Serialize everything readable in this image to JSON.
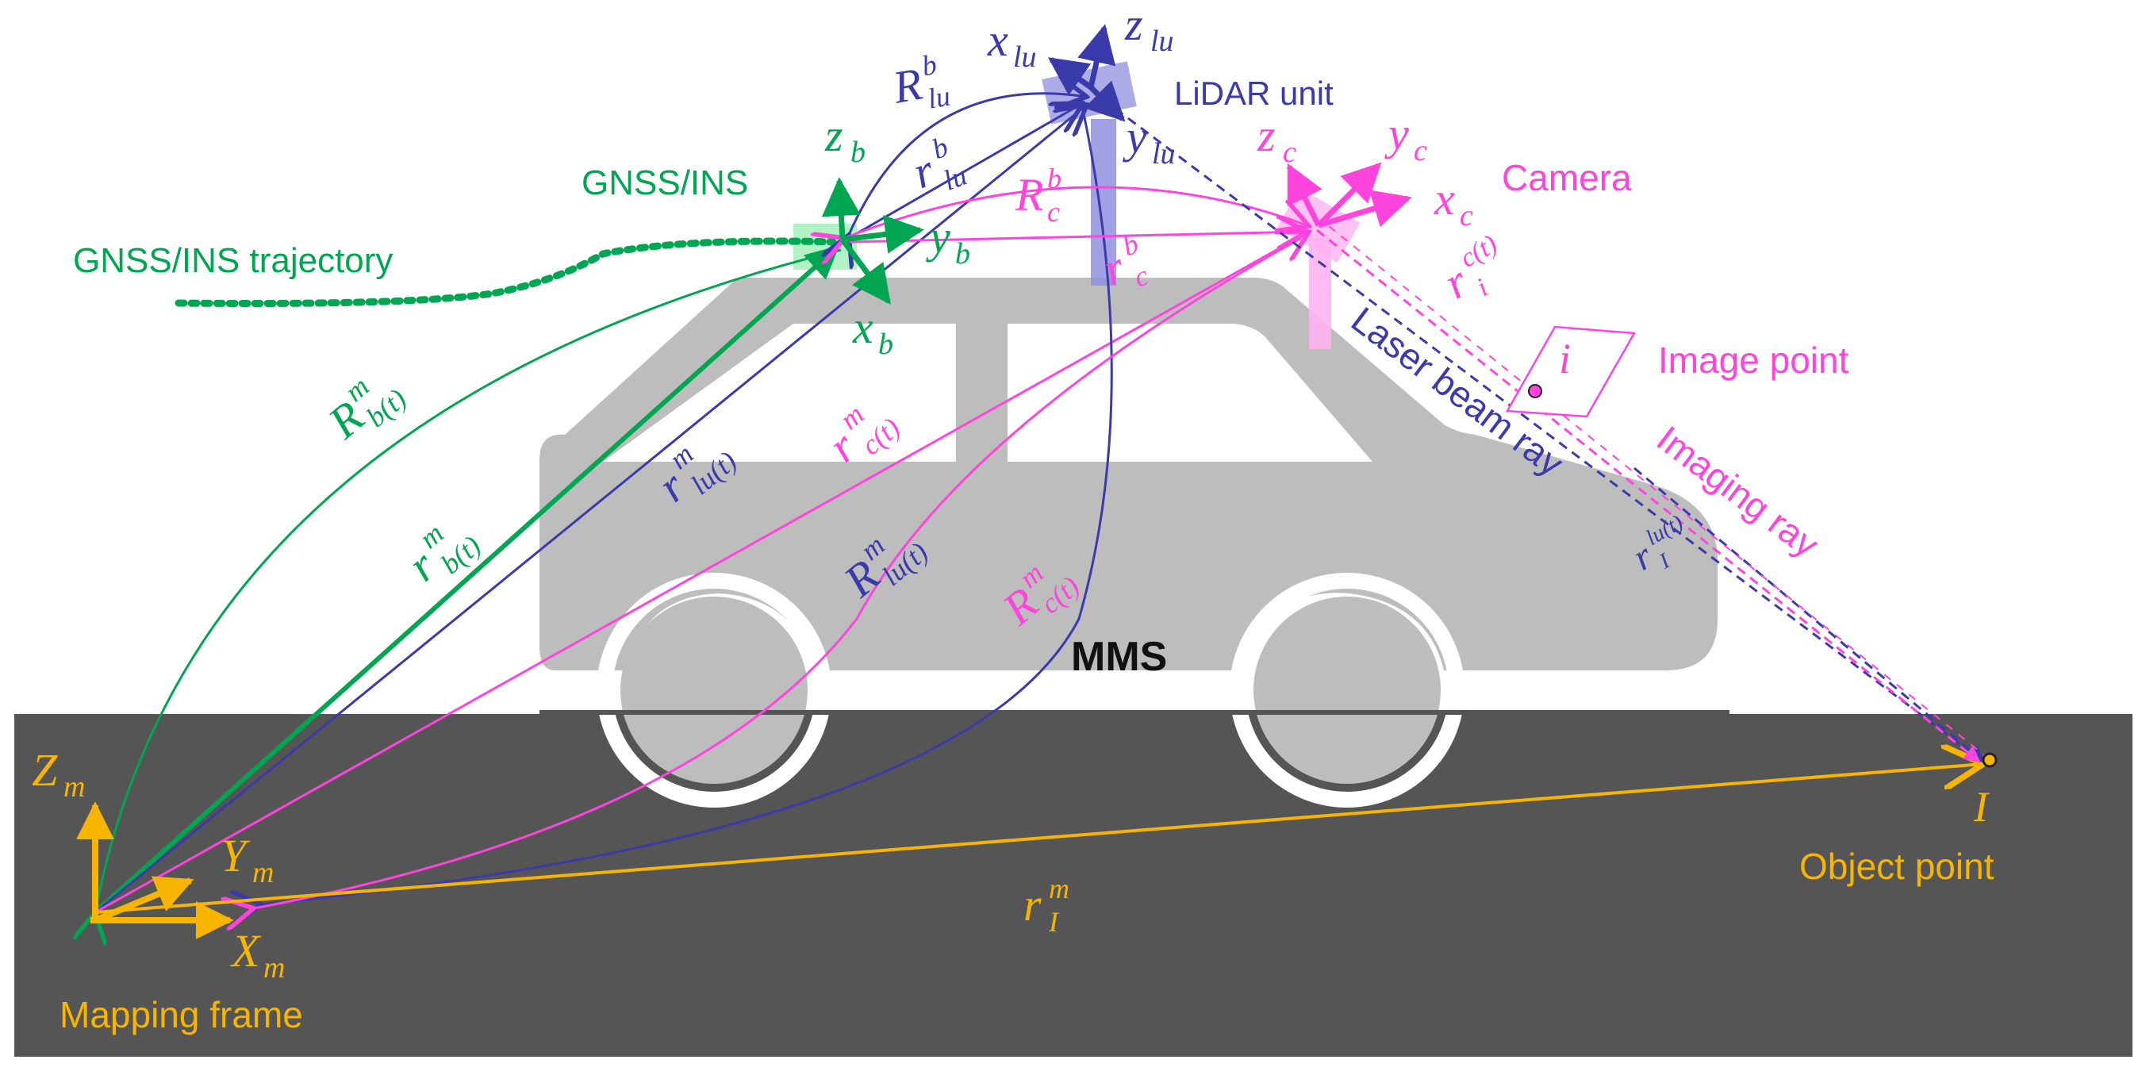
{
  "labels": {
    "gnss_ins": "GNSS/INS",
    "gnss_trajectory": "GNSS/INS trajectory",
    "lidar_unit": "LiDAR unit",
    "camera": "Camera",
    "image_point": "Image point",
    "laser_beam_ray": "Laser beam ray",
    "imaging_ray": "Imaging ray",
    "mms": "MMS",
    "object_point": "Object point",
    "mapping_frame": "Mapping frame"
  },
  "symbols": {
    "z_b": {
      "base": "z",
      "sub": "b"
    },
    "y_b": {
      "base": "y",
      "sub": "b"
    },
    "x_b": {
      "base": "x",
      "sub": "b"
    },
    "x_lu": {
      "base": "x",
      "sub": "lu"
    },
    "z_lu": {
      "base": "z",
      "sub": "lu"
    },
    "y_lu": {
      "base": "y",
      "sub": "lu"
    },
    "z_c": {
      "base": "z",
      "sub": "c"
    },
    "y_c": {
      "base": "y",
      "sub": "c"
    },
    "x_c": {
      "base": "x",
      "sub": "c"
    },
    "R_lu_b": {
      "base": "R",
      "sup": "b",
      "sub": "lu"
    },
    "r_lu_b": {
      "base": "r",
      "sup": "b",
      "sub": "lu"
    },
    "R_c_b": {
      "base": "R",
      "sup": "b",
      "sub": "c"
    },
    "r_c_b": {
      "base": "r",
      "sup": "b",
      "sub": "c"
    },
    "R_bt_m": {
      "base": "R",
      "sup": "m",
      "sub": "b(t)"
    },
    "r_bt_m": {
      "base": "r",
      "sup": "m",
      "sub": "b(t)"
    },
    "r_lut_m": {
      "base": "r",
      "sup": "m",
      "sub": "lu(t)"
    },
    "r_ct_m": {
      "base": "r",
      "sup": "m",
      "sub": "c(t)"
    },
    "R_lut_m": {
      "base": "R",
      "sup": "m",
      "sub": "lu(t)"
    },
    "R_ct_m": {
      "base": "R",
      "sup": "m",
      "sub": "c(t)"
    },
    "r_i_ct": {
      "base": "r",
      "sup": "c(t)",
      "sub": "i"
    },
    "r_I_lut": {
      "base": "r",
      "sup": "lu(t)",
      "sub": "I"
    },
    "r_I_m": {
      "base": "r",
      "sup": "m",
      "sub": "I"
    },
    "i": "i",
    "I": "I",
    "Z_m": {
      "base": "Z",
      "sub": "m"
    },
    "Y_m": {
      "base": "Y",
      "sub": "m"
    },
    "X_m": {
      "base": "X",
      "sub": "m"
    }
  },
  "colors": {
    "gnss": "#00a651",
    "lidar": "#3a3aaa",
    "camera": "#ff44dd",
    "mapping": "#f7b500",
    "ground": "#555555",
    "car": "#bdbdbd"
  }
}
